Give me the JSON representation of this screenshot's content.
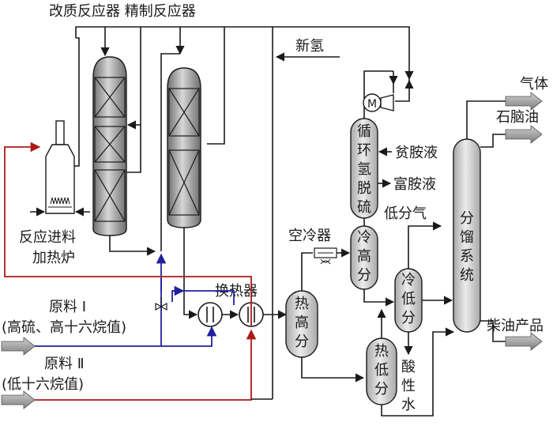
{
  "colors": {
    "red_line": "#b01818",
    "blue_line": "#2020a0",
    "black_line": "#1a1a1a",
    "vessel_fill": "#c8c8c8",
    "reactor_fill": "#8a8a8a"
  },
  "labels": {
    "reactors_title": "改质反应器  精制反应器",
    "new_hydrogen": "新氢",
    "furnace_line1": "反应进料",
    "furnace_line2": "加热炉",
    "heat_exchanger": "换热器",
    "air_cooler": "空冷器",
    "feed1_line1": "原料 Ⅰ",
    "feed1_line2": "(高硫、高十六烷值)",
    "feed2_line1": "原料 Ⅱ",
    "feed2_line2": "(低十六烷值)",
    "gas": "气体",
    "naphtha": "石脑油",
    "diesel": "柴油产品",
    "lean_amine": "贫胺液",
    "rich_amine": "富胺液",
    "low_sep_gas": "低分气",
    "compressor_motor": "M"
  },
  "vessels": {
    "desulfurizer": [
      "循",
      "环",
      "氢",
      "脱",
      "硫"
    ],
    "cold_high_sep": [
      "冷",
      "高",
      "分"
    ],
    "hot_high_sep": [
      "热",
      "高",
      "分"
    ],
    "cold_low_sep": [
      "冷",
      "低",
      "分"
    ],
    "hot_low_sep": [
      "热",
      "低",
      "分"
    ],
    "fractionation": [
      "分",
      "馏",
      "系",
      "统"
    ],
    "sour_water": [
      "酸",
      "性",
      "水"
    ]
  },
  "icons": {
    "heat_exchanger_1": "shell-tube-exchanger-icon",
    "heat_exchanger_2": "shell-tube-exchanger-icon",
    "air_cooler": "air-cooler-fan-icon",
    "valve": "gate-valve-icon",
    "motor": "motor-icon",
    "compressor": "compressor-icon"
  }
}
